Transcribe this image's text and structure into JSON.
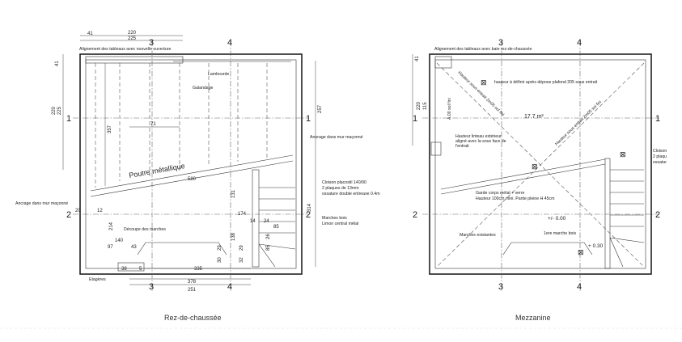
{
  "captions": {
    "left": "Rez-de-chaussée",
    "right": "Mezzanine"
  },
  "axes": {
    "a1": "1",
    "a2": "2",
    "a3": "3",
    "a4": "4"
  },
  "ground_floor": {
    "labels": {
      "alignment": "Alignement des tableaux avec nouvelle ouverture",
      "lambourde": "Lambourde",
      "galandage": "Galandage",
      "poutre": "Poutre métallique",
      "anchor_right": "Anorage dans mur maçonné",
      "anchor_left": "Ancrage dans mur maçonné",
      "cloison_1": "Cloison placostil 140/90",
      "cloison_2": "2 plaques de 13mm",
      "cloison_3": "ossature double entreaxe 0.4m",
      "marches_1": "Marches bois",
      "marches_2": "Limon central métal",
      "decoupe": "Découpe des marches",
      "etageres": "Etagères"
    },
    "dims": {
      "top_41": "41",
      "top_220": "220",
      "top_225": "225",
      "left_41": "41",
      "left_220": "220",
      "left_225": "225",
      "d357": "357",
      "d71": "71",
      "d580": "580",
      "d20": "20",
      "d12": "12",
      "d214": "214",
      "d140": "140",
      "d97": "97",
      "d43": "43",
      "d131": "131",
      "d174": "174",
      "d14": "14",
      "d24": "24",
      "d85a": "85",
      "d138": "138",
      "d29": "29",
      "d30": "30",
      "d32": "32",
      "d29b": "29",
      "d85b": "85",
      "d26": "26",
      "d38": "38",
      "d5": "5",
      "d335": "335",
      "d378": "378",
      "d251": "251",
      "d257": "257",
      "d314": "314"
    }
  },
  "mezzanine": {
    "labels": {
      "alignment": "Alignement des tableaux avec baie rez-de-chaussée",
      "hauteur_def": "hauteur à définir après dépose plafond 205 sous entrait",
      "hauteur_diag_left": "Hauteur sous entrait 2m05 sol fini",
      "hauteur_diag_right": "Hauteur sous entrait 2m05 sol fini",
      "sol_fini": "A.00 sol fini",
      "area": "17.7 m²",
      "linteau_1": "Hauteur linteau extérieur",
      "linteau_2": "aligné avec la sous face de",
      "linteau_3": "l'entrait",
      "cloison_1": "Cloison",
      "cloison_2": "2 plaqu",
      "cloison_3": "ossatur",
      "garde_1": "Garde corps métal + verre",
      "garde_2": "Hauteur 100cm mini. Partie pleine H 45cm",
      "level_0": "+/- 0.00",
      "marches": "Marches existantes",
      "first_step": "1ere marche bois",
      "level_30": "+ 0.30"
    },
    "dims": {
      "left_41": "41",
      "left_115": "115",
      "left_220": "220"
    }
  }
}
